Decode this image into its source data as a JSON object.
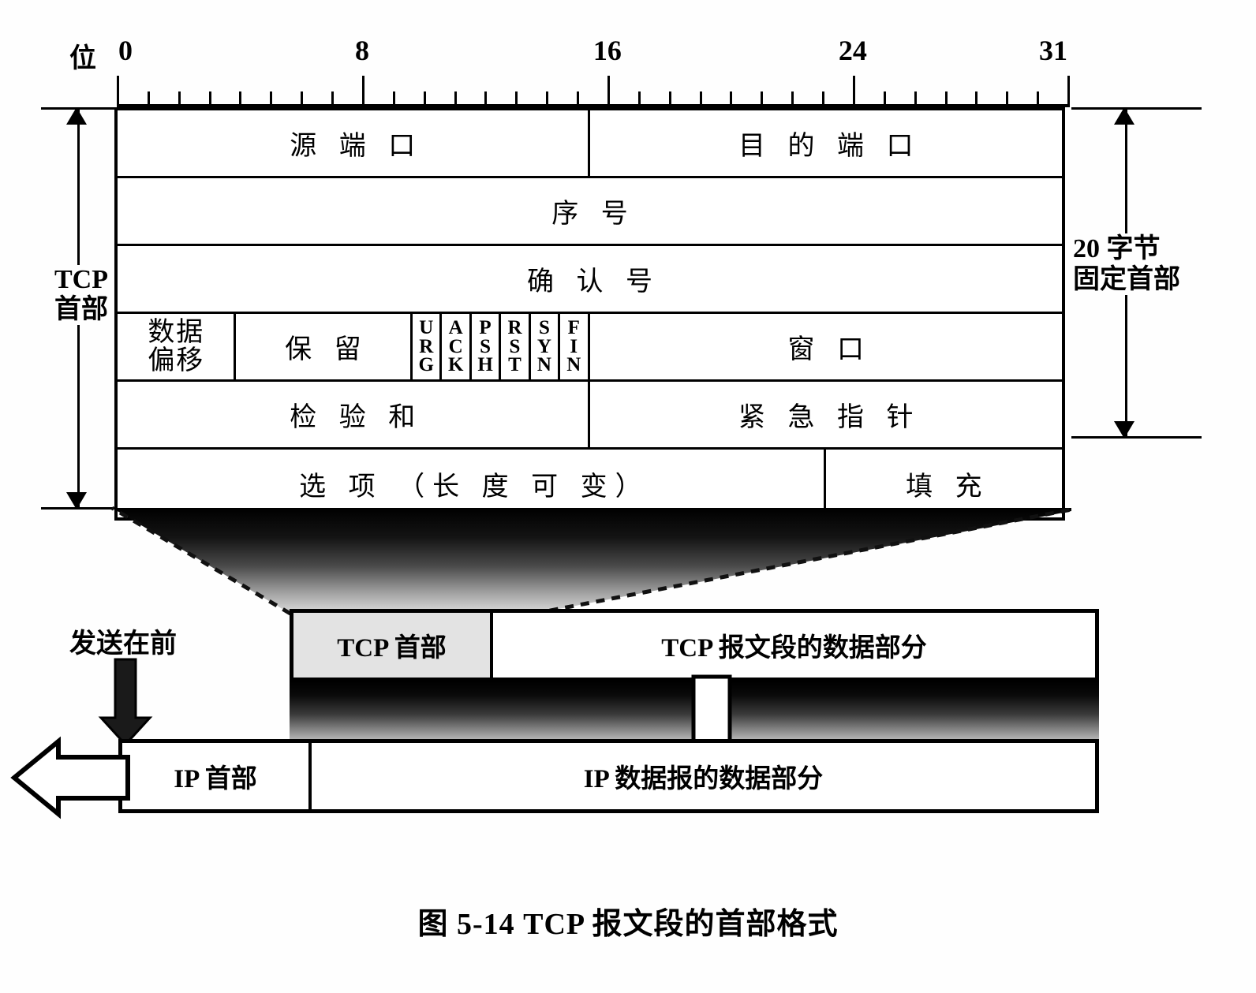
{
  "ruler": {
    "axis_label": "位",
    "ticks": [
      {
        "bit": 0,
        "label": "0"
      },
      {
        "bit": 8,
        "label": "8"
      },
      {
        "bit": 16,
        "label": "16"
      },
      {
        "bit": 24,
        "label": "24"
      },
      {
        "bit": 31,
        "label": "31"
      }
    ],
    "total_bits": 32
  },
  "brackets": {
    "left": {
      "line1": "TCP",
      "line2": "首部"
    },
    "right": {
      "line1": "20 字节",
      "line2": "固定首部"
    }
  },
  "header_table": {
    "rows": [
      {
        "name": "ports-row",
        "cells": [
          {
            "label": "源 端 口",
            "bits": 16
          },
          {
            "label": "目 的 端 口",
            "bits": 16
          }
        ]
      },
      {
        "name": "sequence-row",
        "cells": [
          {
            "label": "序  号",
            "bits": 32
          }
        ]
      },
      {
        "name": "acknowledgement-row",
        "cells": [
          {
            "label": "确 认 号",
            "bits": 32
          }
        ]
      },
      {
        "name": "flags-row",
        "cells": [
          {
            "label": "数据\n偏移",
            "bits": 4
          },
          {
            "label": "保  留",
            "bits": 6
          },
          {
            "label": "URG",
            "bits": 1
          },
          {
            "label": "ACK",
            "bits": 1
          },
          {
            "label": "PSH",
            "bits": 1
          },
          {
            "label": "RST",
            "bits": 1
          },
          {
            "label": "SYN",
            "bits": 1
          },
          {
            "label": "FIN",
            "bits": 1
          },
          {
            "label": "窗  口",
            "bits": 16
          }
        ]
      },
      {
        "name": "checksum-row",
        "cells": [
          {
            "label": "检 验 和",
            "bits": 16
          },
          {
            "label": "紧 急 指 针",
            "bits": 16
          }
        ]
      },
      {
        "name": "options-row",
        "cells": [
          {
            "label": "选 项 （长 度 可 变）",
            "bits": 24
          },
          {
            "label": "填  充",
            "bits": 8
          }
        ]
      }
    ],
    "flag_names": [
      "URG",
      "ACK",
      "PSH",
      "RST",
      "SYN",
      "FIN"
    ],
    "data_offset": {
      "line1": "数据",
      "line2": "偏移"
    }
  },
  "segment": {
    "header_label": "TCP 首部",
    "data_label": "TCP 报文段的数据部分",
    "header_fill": "#e3e3e3"
  },
  "datagram": {
    "header_label": "IP 首部",
    "data_label": "IP 数据报的数据部分"
  },
  "send_first_label": "发送在前",
  "caption": "图 5-14   TCP 报文段的首部格式",
  "colors": {
    "ink": "#000000",
    "paper": "#fefefe",
    "tcp_header_fill": "#e3e3e3"
  }
}
